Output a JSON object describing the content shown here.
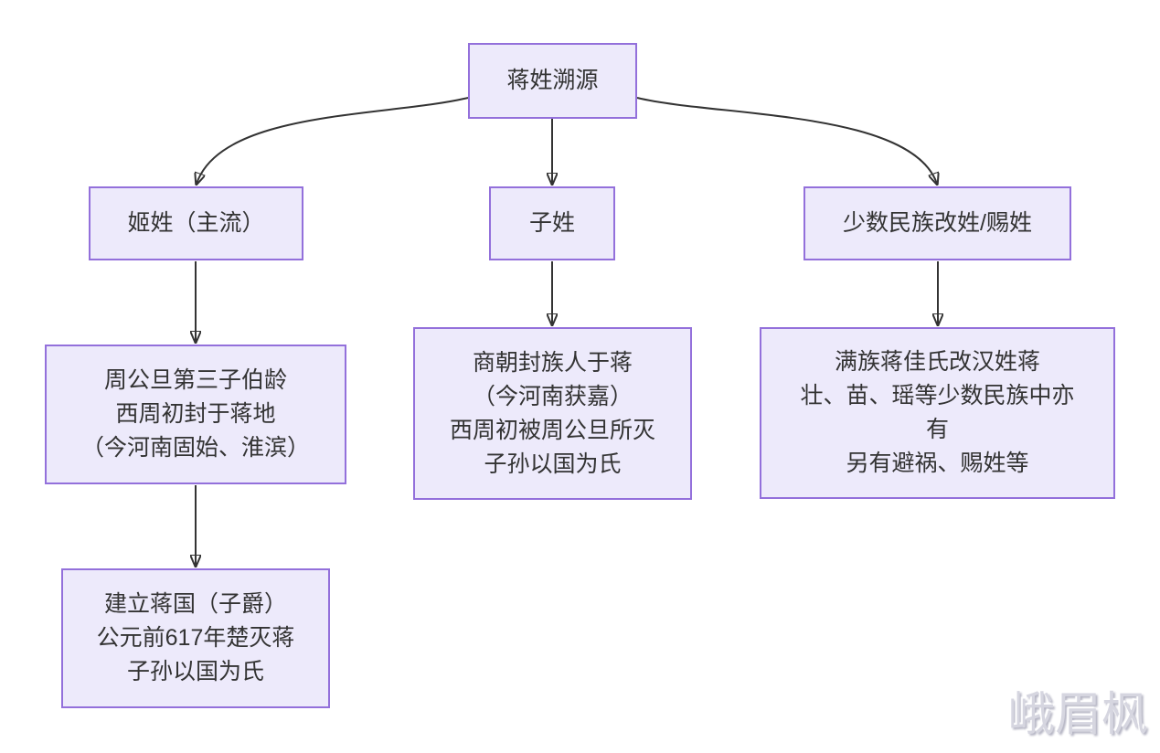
{
  "diagram": {
    "type": "flowchart",
    "direction": "top-down",
    "nodes": {
      "root": {
        "label": "蒋姓溯源"
      },
      "ji": {
        "label": "姬姓（主流）"
      },
      "zi": {
        "label": "子姓"
      },
      "minority": {
        "label": "少数民族改姓/赐姓"
      },
      "ji_detail": {
        "lines": [
          "周公旦第三子伯龄",
          "西周初封于蒋地",
          "（今河南固始、淮滨）"
        ]
      },
      "zi_detail": {
        "lines": [
          "商朝封族人于蒋",
          "（今河南获嘉）",
          "西周初被周公旦所灭",
          "子孙以国为氏"
        ]
      },
      "minority_detail": {
        "lines": [
          "满族蒋佳氏改汉姓蒋",
          "壮、苗、瑶等少数民族中亦",
          "有",
          "另有避祸、赐姓等"
        ]
      },
      "ji_state": {
        "lines": [
          "建立蒋国（子爵）",
          "公元前617年楚灭蒋",
          "子孙以国为氏"
        ]
      }
    },
    "edges": [
      {
        "from": "root",
        "to": "ji"
      },
      {
        "from": "root",
        "to": "zi"
      },
      {
        "from": "root",
        "to": "minority"
      },
      {
        "from": "ji",
        "to": "ji_detail"
      },
      {
        "from": "zi",
        "to": "zi_detail"
      },
      {
        "from": "minority",
        "to": "minority_detail"
      },
      {
        "from": "ji_detail",
        "to": "ji_state"
      }
    ],
    "colors": {
      "node_fill": "#EDEAFB",
      "node_border": "#9370DB",
      "edge": "#333333",
      "text": "#333333",
      "watermark": "#d6d6e0"
    },
    "watermark": "峨眉枫"
  }
}
